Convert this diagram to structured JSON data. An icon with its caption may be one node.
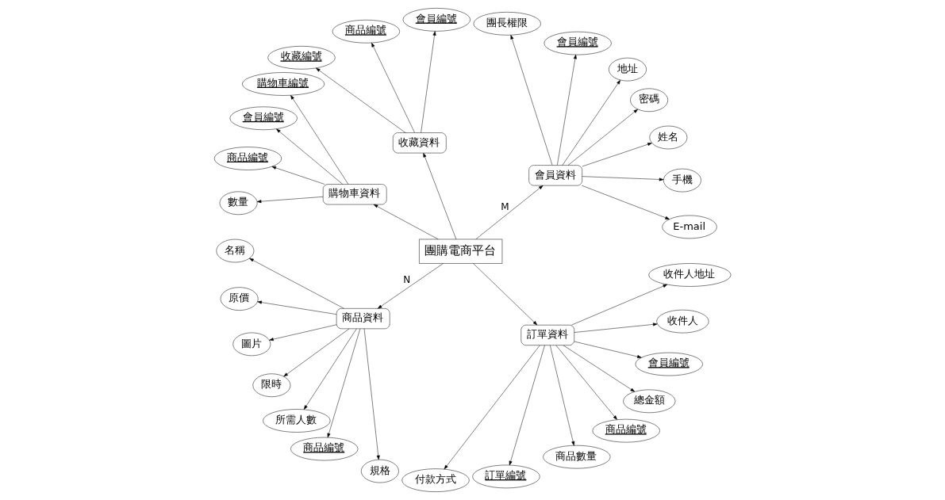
{
  "diagram": {
    "nodes": [
      {
        "text": [
          "團購電商平台"
        ]
      },
      {
        "text": [
          "會員資料"
        ]
      },
      {
        "text": [
          "收藏資料"
        ]
      },
      {
        "text": [
          "購物車資料"
        ]
      },
      {
        "text": [
          "商品資料"
        ]
      },
      {
        "text": [
          "訂單資料"
        ]
      },
      {
        "text": [
          "E-mail"
        ]
      },
      {
        "text": [
          "手機"
        ]
      },
      {
        "text": [
          "姓名"
        ]
      },
      {
        "text": [
          "密碼"
        ]
      },
      {
        "text": [
          "地址"
        ]
      },
      {
        "text": [
          "會員編號"
        ]
      },
      {
        "text": [
          "團長權限"
        ]
      },
      {
        "text": [
          "會員編號"
        ]
      },
      {
        "text": [
          "商品編號"
        ]
      },
      {
        "text": [
          "收藏編號"
        ]
      },
      {
        "text": [
          "購物車編號"
        ]
      },
      {
        "text": [
          "會員編號"
        ]
      },
      {
        "text": [
          "商品編號"
        ]
      },
      {
        "text": [
          "數量"
        ]
      },
      {
        "text": [
          "名稱"
        ]
      },
      {
        "text": [
          "原價"
        ]
      },
      {
        "text": [
          "圖片"
        ]
      },
      {
        "text": [
          "限時"
        ]
      },
      {
        "text": [
          "所需人數"
        ]
      },
      {
        "text": [
          "商品編號"
        ]
      },
      {
        "text": [
          "規格"
        ]
      },
      {
        "text": [
          "付款方式"
        ]
      },
      {
        "text": [
          "訂單編號"
        ]
      },
      {
        "text": [
          "商品數量"
        ]
      },
      {
        "text": [
          "商品編號"
        ]
      },
      {
        "text": [
          "總金額"
        ]
      },
      {
        "text": [
          "會員編號"
        ]
      },
      {
        "text": [
          "收件人"
        ]
      },
      {
        "text": [
          "收件人地址"
        ]
      }
    ],
    "edges": [
      {
        "from": 0,
        "to": 1,
        "arrow": "to",
        "label": "M"
      },
      {
        "from": 0,
        "to": 4,
        "arrow": "to",
        "label": "N"
      },
      {
        "from": 0,
        "to": 2,
        "arrow": "to"
      },
      {
        "from": 0,
        "to": 3,
        "arrow": "to"
      },
      {
        "from": 0,
        "to": 5,
        "arrow": "to"
      },
      {
        "from": 1,
        "to": 6,
        "arrow": "to"
      },
      {
        "from": 1,
        "to": 7,
        "arrow": "to"
      },
      {
        "from": 1,
        "to": 8,
        "arrow": "to"
      },
      {
        "from": 1,
        "to": 9,
        "arrow": "to"
      },
      {
        "from": 1,
        "to": 10,
        "arrow": "to"
      },
      {
        "from": 1,
        "to": 11,
        "arrow": "to"
      },
      {
        "from": 1,
        "to": 12,
        "arrow": "to"
      },
      {
        "from": 2,
        "to": 13,
        "arrow": "to"
      },
      {
        "from": 2,
        "to": 14,
        "arrow": "to"
      },
      {
        "from": 2,
        "to": 15,
        "arrow": "to"
      },
      {
        "from": 3,
        "to": 16,
        "arrow": "to"
      },
      {
        "from": 3,
        "to": 17,
        "arrow": "to"
      },
      {
        "from": 3,
        "to": 18,
        "arrow": "to"
      },
      {
        "from": 3,
        "to": 19,
        "arrow": "to"
      },
      {
        "from": 4,
        "to": 20,
        "arrow": "to"
      },
      {
        "from": 4,
        "to": 21,
        "arrow": "to"
      },
      {
        "from": 4,
        "to": 22,
        "arrow": "to"
      },
      {
        "from": 4,
        "to": 23,
        "arrow": "to"
      },
      {
        "from": 4,
        "to": 24,
        "arrow": "to"
      },
      {
        "from": 4,
        "to": 25,
        "arrow": "to"
      },
      {
        "from": 4,
        "to": 26,
        "arrow": "to"
      },
      {
        "from": 5,
        "to": 27,
        "arrow": "to"
      },
      {
        "from": 5,
        "to": 28,
        "arrow": "to"
      },
      {
        "from": 5,
        "to": 29,
        "arrow": "to"
      },
      {
        "from": 5,
        "to": 30,
        "arrow": "to"
      },
      {
        "from": 5,
        "to": 31,
        "arrow": "to"
      },
      {
        "from": 5,
        "to": 32,
        "arrow": "to"
      },
      {
        "from": 5,
        "to": 33,
        "arrow": "to"
      },
      {
        "from": 5,
        "to": 34,
        "arrow": "to"
      }
    ]
  }
}
